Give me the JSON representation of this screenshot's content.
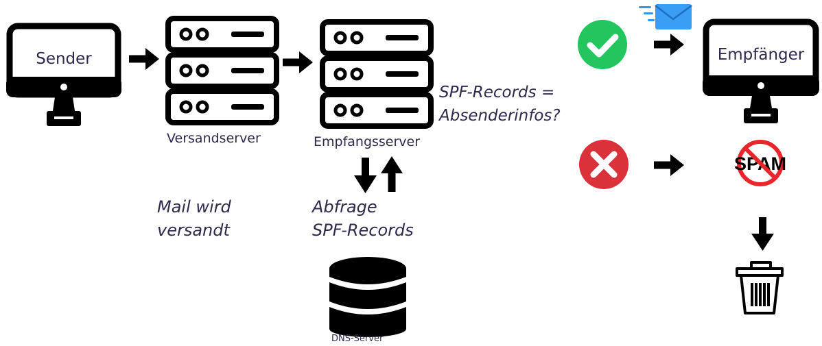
{
  "nodes": {
    "sender": "Sender",
    "versand": "Versandserver",
    "empfangs": "Empfangsserver",
    "empfaenger": "Empfänger",
    "dns": "DNS-Server",
    "spam": "SPAM"
  },
  "annotations": {
    "mail_line1": "Mail wird",
    "mail_line2": "versandt",
    "abfrage_line1": "Abfrage",
    "abfrage_line2": "SPF-Records",
    "spf_line1": "SPF-Records =",
    "spf_line2": "Absenderinfos?"
  },
  "icons": {
    "computer": "monitor-icon",
    "server": "server-rack-icon",
    "database": "database-icon",
    "success": "check-circle-icon",
    "failure": "x-circle-icon",
    "mail": "envelope-icon",
    "trash": "trash-icon",
    "no_sign": "prohibited-icon"
  },
  "colors": {
    "ink": "#000000",
    "text": "#2f2a4d",
    "success": "#22c55e",
    "failure": "#d9323a",
    "mail": "#2b9af3",
    "prohibit": "#e8262b"
  }
}
